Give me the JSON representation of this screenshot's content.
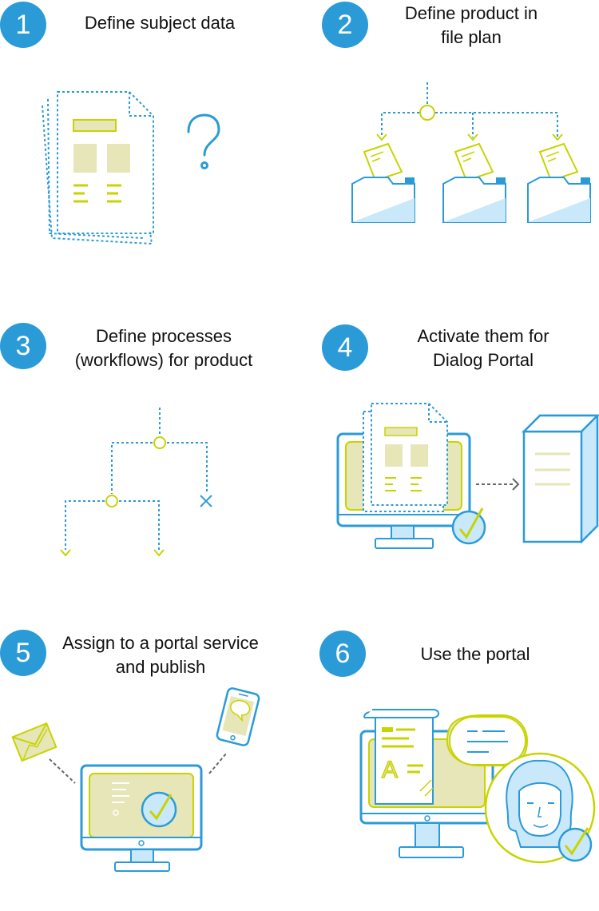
{
  "steps": [
    {
      "number": "1",
      "title": "Define subject data"
    },
    {
      "number": "2",
      "title": "Define product in\nfile plan"
    },
    {
      "number": "3",
      "title": "Define processes\n(workflows) for product"
    },
    {
      "number": "4",
      "title": "Activate them for\nDialog Portal"
    },
    {
      "number": "5",
      "title": "Assign to a portal service\nand publish"
    },
    {
      "number": "6",
      "title": "Use the portal"
    }
  ],
  "icon_letter": "A",
  "colors": {
    "blue": "#2b9bd8",
    "lime": "#c8d400",
    "fill": "#e6e6b8",
    "light_blue": "#c9e9fa",
    "gray": "#666666"
  },
  "icons": [
    "document-stack-icon",
    "question-mark-icon",
    "folder-tree-icon",
    "workflow-icon",
    "monitor-icon",
    "server-icon",
    "envelope-icon",
    "smartphone-icon",
    "chat-bubble-icon",
    "checkmark-icon",
    "person-avatar-icon"
  ]
}
